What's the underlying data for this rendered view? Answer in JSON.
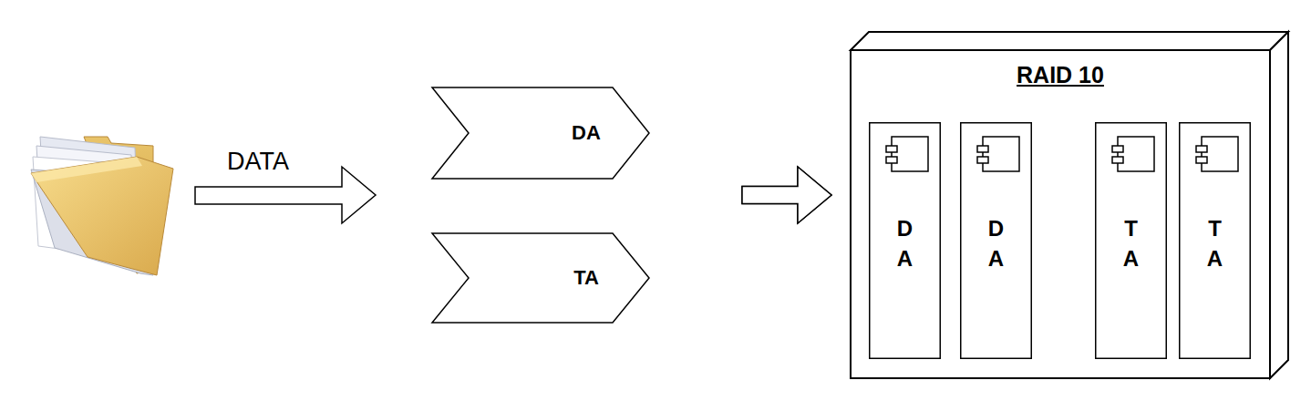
{
  "diagram": {
    "nodes": [
      {
        "text": [
          "DA"
        ]
      },
      {
        "text": [
          "TA"
        ]
      },
      {
        "text": [
          "RAID 10"
        ]
      },
      {
        "text": [
          "DA"
        ],
        "in": 2
      },
      {
        "text": [
          "DA"
        ],
        "in": 2
      },
      {
        "text": [
          "TA"
        ],
        "in": 2
      },
      {
        "text": [
          "TA"
        ],
        "in": 2
      }
    ],
    "edges": [
      {
        "from": 0,
        "to": 2,
        "arrow": "to"
      },
      {
        "from": 1,
        "to": 2,
        "arrow": "to"
      }
    ],
    "labels": [
      "DATA"
    ]
  }
}
